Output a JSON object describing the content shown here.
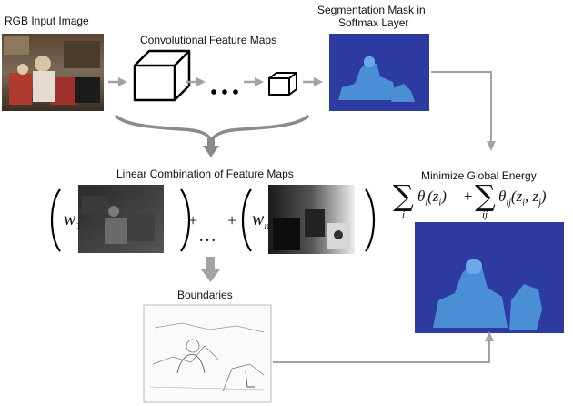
{
  "labels": {
    "rgb_input": "RGB Input Image",
    "conv_maps": "Convolutional Feature Maps",
    "seg_mask_line1": "Segmentation Mask in",
    "seg_mask_line2": "Softmax Layer",
    "linear_comb": "Linear Combination of Feature Maps",
    "boundaries": "Boundaries",
    "min_energy": "Minimize Global Energy"
  },
  "formula": {
    "sum_symbol": "∑",
    "sub_i": "i",
    "sub_ij": "ij",
    "unary": "θi(zi)",
    "plus": "+",
    "pairwise": "θij(zi, zj)"
  },
  "linear": {
    "w1": "w1",
    "wn": "wn",
    "plus": "+",
    "dots": "…"
  },
  "ellipsis": "…",
  "colors": {
    "arrow": "#a3a3a3",
    "mask_bg": "#2d3aa0",
    "mask_fg": "#4a8fd6",
    "cube_stroke": "#000000"
  }
}
